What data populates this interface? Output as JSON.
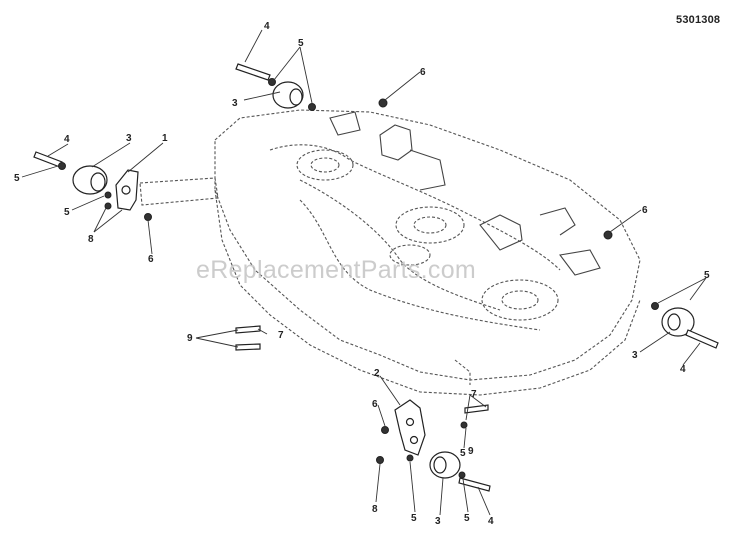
{
  "document": {
    "part_number": "5301308",
    "watermark": "eReplacementParts.com"
  },
  "callouts": {
    "c1": "1",
    "c2": "2",
    "c3a": "3",
    "c3b": "3",
    "c3c": "3",
    "c3d": "3",
    "c4a": "4",
    "c4b": "4",
    "c4c": "4",
    "c4d": "4",
    "c5a": "5",
    "c5b": "5",
    "c5c": "5",
    "c5d": "5",
    "c5e": "5",
    "c5f": "5",
    "c5g": "5",
    "c6a": "6",
    "c6b": "6",
    "c6c": "6",
    "c6d": "6",
    "c7a": "7",
    "c7b": "7",
    "c8a": "8",
    "c8b": "8",
    "c9a": "9",
    "c9b": "9"
  }
}
